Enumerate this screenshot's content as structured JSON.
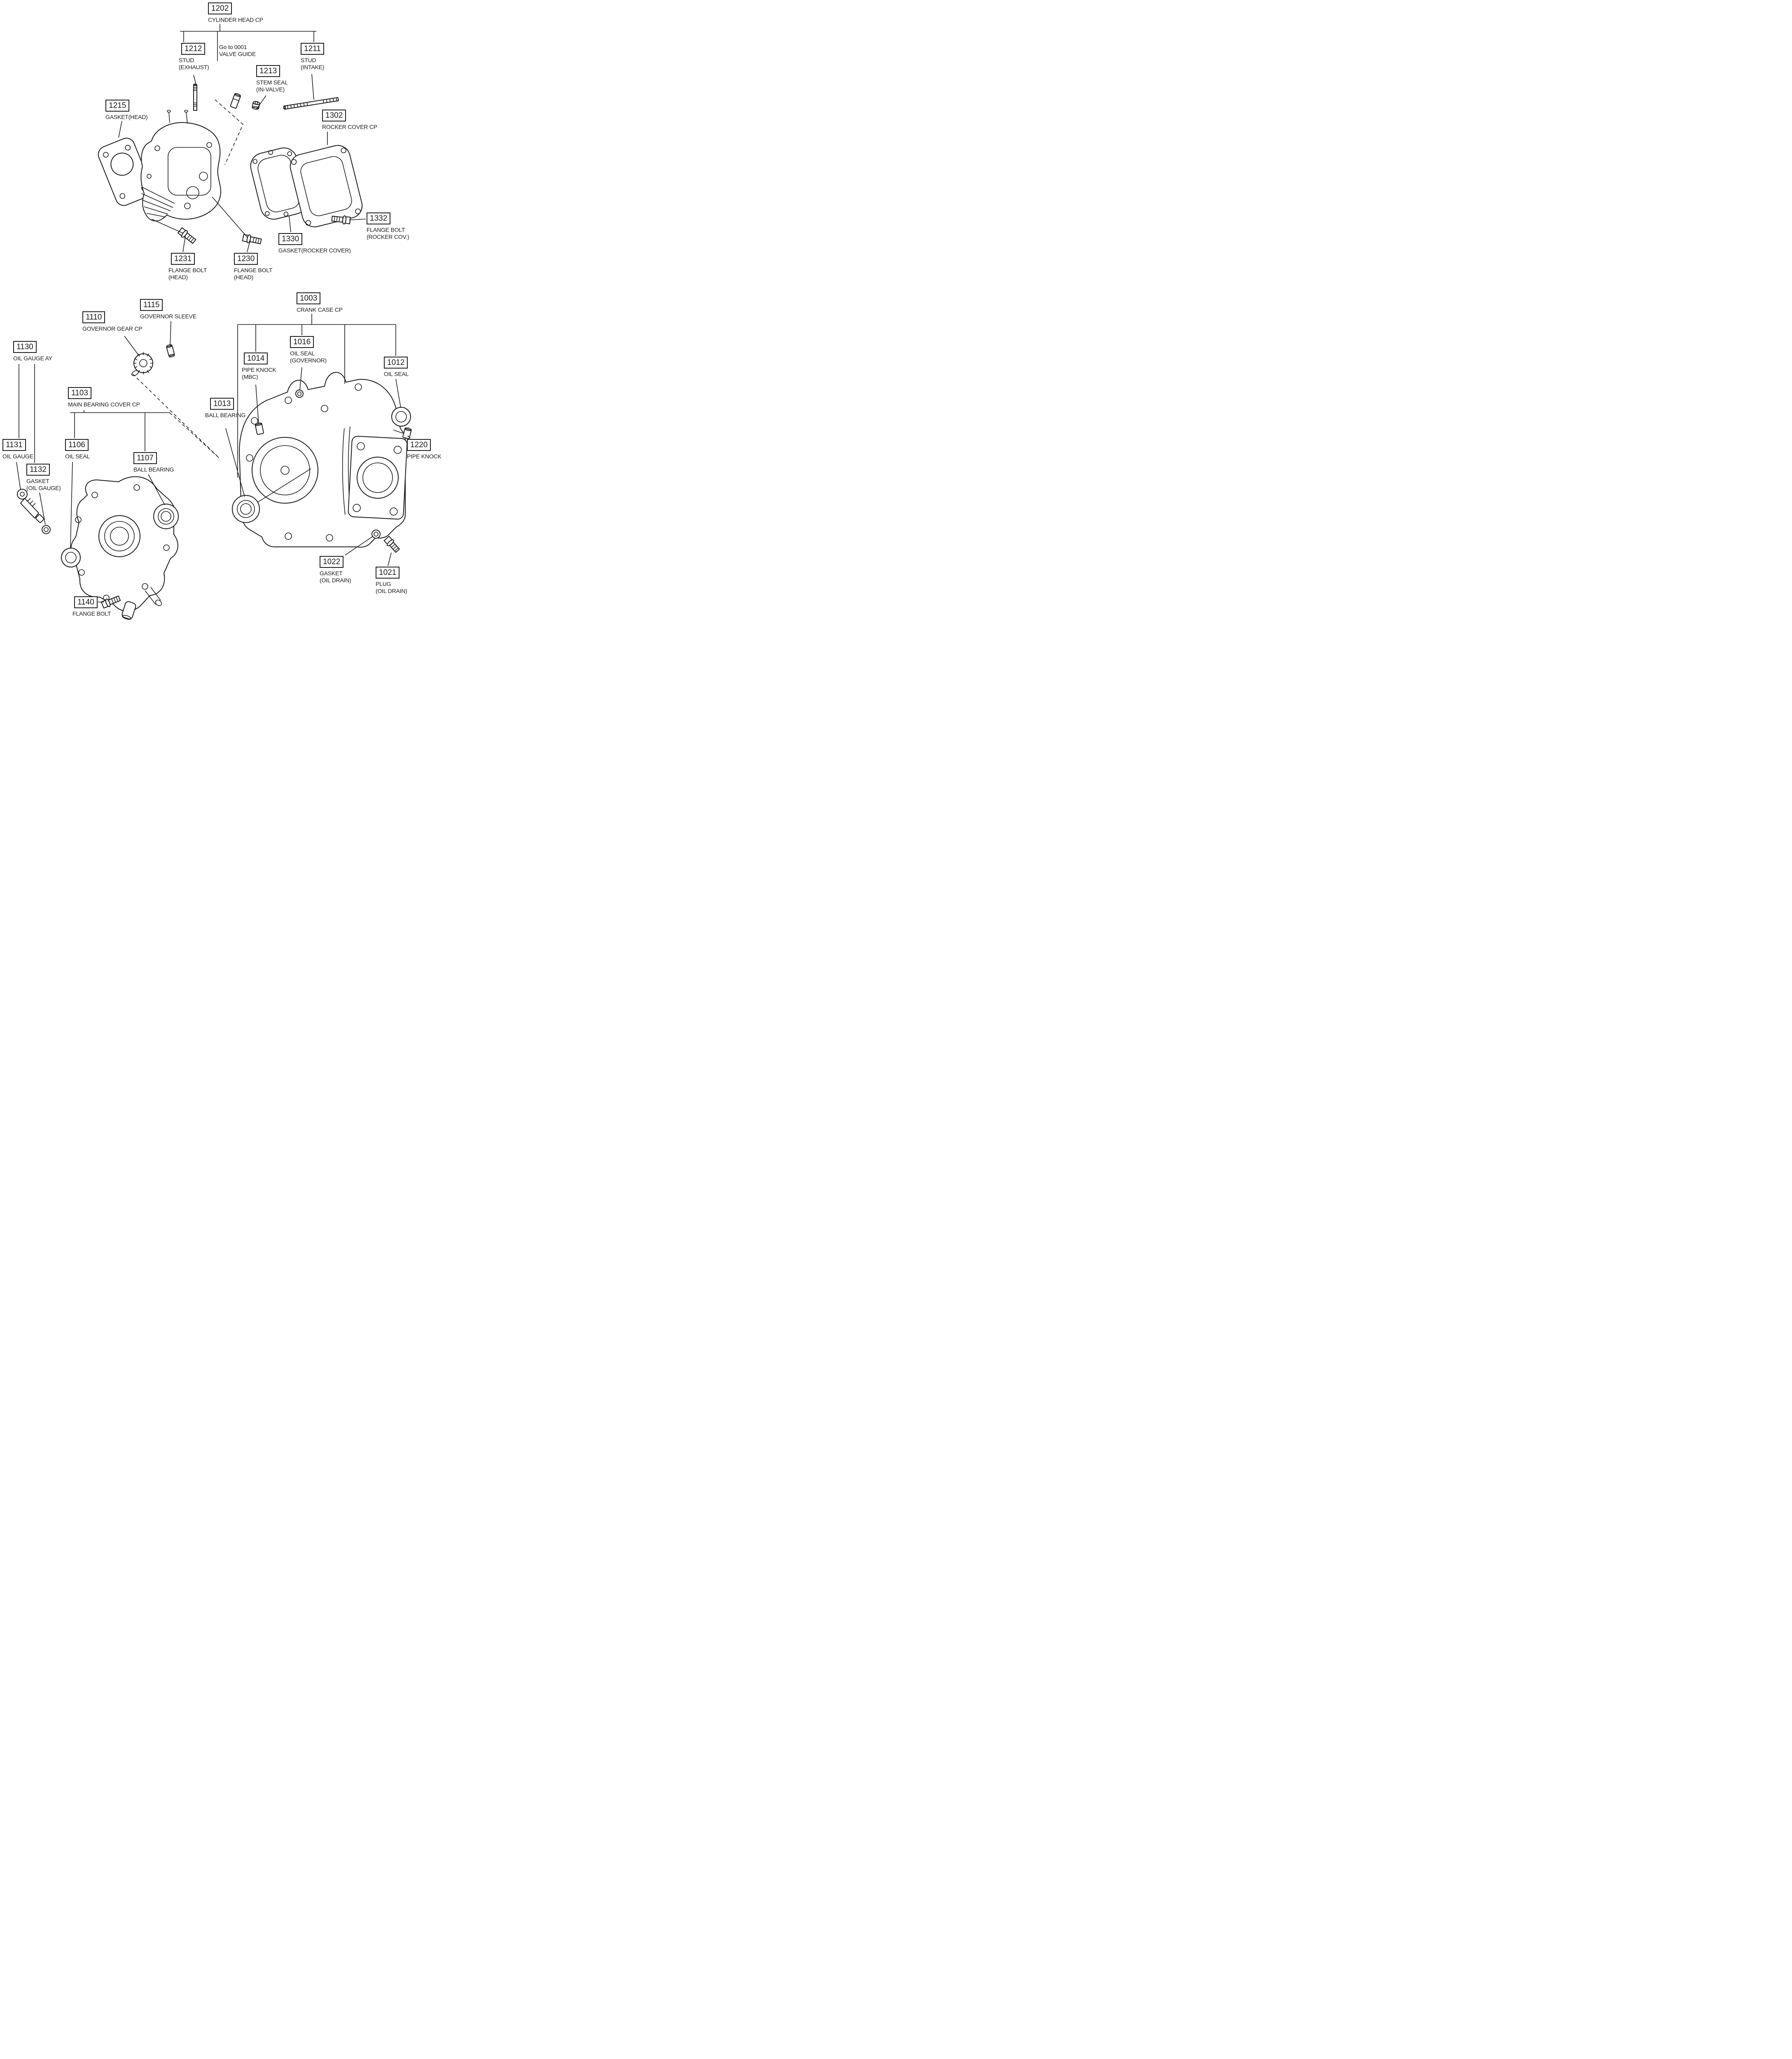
{
  "page": {
    "background": "#ffffff",
    "ink": "#1a1a1a",
    "kind": "engine parts exploded diagram"
  },
  "note": {
    "text": "Go to 0001\nVALVE GUIDE"
  },
  "parts": {
    "1202": {
      "number": "1202",
      "caption": "CYLINDER HEAD CP"
    },
    "1212": {
      "number": "1212",
      "caption": "STUD\n(EXHAUST)"
    },
    "1213": {
      "number": "1213",
      "caption": "STEM SEAL\n(IN-VALVE)"
    },
    "1211": {
      "number": "1211",
      "caption": "STUD\n(INTAKE)"
    },
    "1215": {
      "number": "1215",
      "caption": "GASKET(HEAD)"
    },
    "1302": {
      "number": "1302",
      "caption": "ROCKER COVER CP"
    },
    "1330": {
      "number": "1330",
      "caption": "GASKET(ROCKER COVER)"
    },
    "1332": {
      "number": "1332",
      "caption": "FLANGE BOLT\n(ROCKER COV.)"
    },
    "1231": {
      "number": "1231",
      "caption": "FLANGE BOLT\n(HEAD)"
    },
    "1230": {
      "number": "1230",
      "caption": "FLANGE BOLT\n(HEAD)"
    },
    "1115": {
      "number": "1115",
      "caption": "GOVERNOR SLEEVE"
    },
    "1110": {
      "number": "1110",
      "caption": "GOVERNOR GEAR CP"
    },
    "1003": {
      "number": "1003",
      "caption": "CRANK CASE CP"
    },
    "1130": {
      "number": "1130",
      "caption": "OIL GAUGE AY"
    },
    "1016": {
      "number": "1016",
      "caption": "OIL SEAL\n(GOVERNOR)"
    },
    "1014": {
      "number": "1014",
      "caption": "PIPE KNOCK\n(MBC)"
    },
    "1012": {
      "number": "1012",
      "caption": "OIL SEAL"
    },
    "1013": {
      "number": "1013",
      "caption": "BALL BEARING"
    },
    "1103": {
      "number": "1103",
      "caption": "MAIN BEARING COVER CP"
    },
    "1131": {
      "number": "1131",
      "caption": "OIL GAUGE"
    },
    "1132": {
      "number": "1132",
      "caption": "GASKET\n(OIL GAUGE)"
    },
    "1106": {
      "number": "1106",
      "caption": "OIL SEAL"
    },
    "1107": {
      "number": "1107",
      "caption": "BALL BEARING"
    },
    "1220": {
      "number": "1220",
      "caption": "PIPE KNOCK"
    },
    "1022": {
      "number": "1022",
      "caption": "GASKET\n(OIL DRAIN)"
    },
    "1021": {
      "number": "1021",
      "caption": "PLUG\n(OIL DRAIN)"
    },
    "1140": {
      "number": "1140",
      "caption": "FLANGE BOLT"
    }
  }
}
